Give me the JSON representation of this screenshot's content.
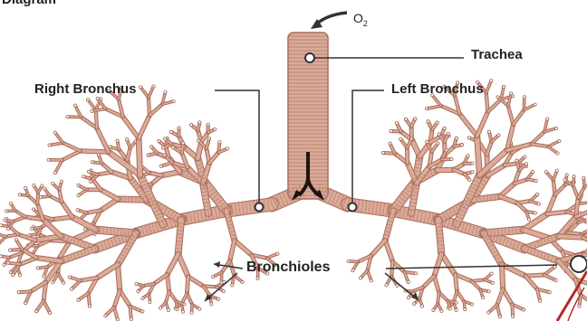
{
  "top_partial_text": "Diagram",
  "labels": {
    "oxygen": "O",
    "oxygen_subscript": "2",
    "trachea": "Trachea",
    "right_bronchus": "Right Bronchus",
    "left_bronchus": "Left Bronchus",
    "bronchioles": "Bronchioles"
  },
  "colors": {
    "airway_fill": "#dcaa98",
    "airway_edge": "#a86c5a",
    "ring": "#b98575",
    "pointer": "#333333",
    "arrow_dark": "#1e1512",
    "edge_curve": "#b42a2a"
  }
}
